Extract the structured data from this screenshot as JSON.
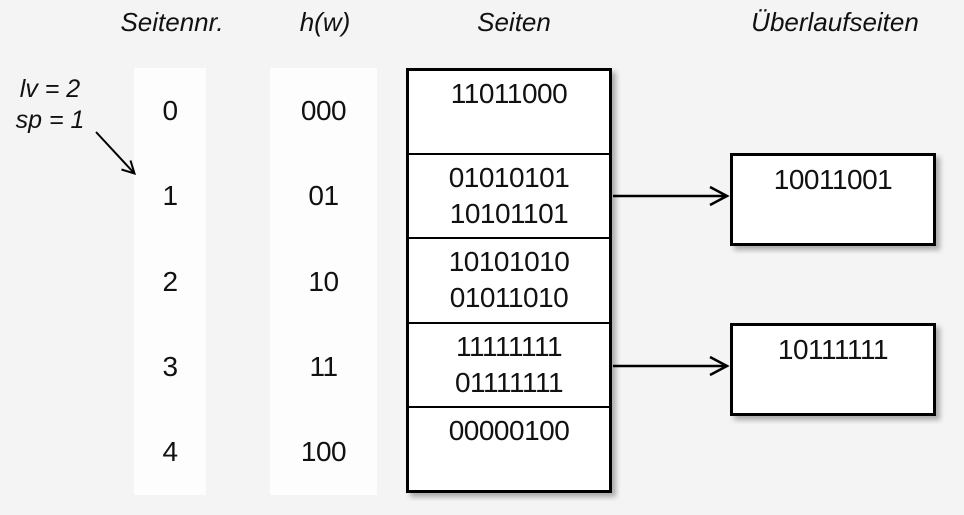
{
  "diagram": {
    "title_semantics": "linear hashing page table",
    "colors": {
      "background": "#f4f4f4",
      "box_fill": "#ffffff",
      "line": "#000000"
    }
  },
  "headers": {
    "col1": "Seitennr.",
    "col2": "h(w)",
    "col3": "Seiten",
    "col4": "Überlaufseiten"
  },
  "annotation": {
    "line1": "lv = 2",
    "line2": "sp = 1"
  },
  "table": {
    "rows": [
      {
        "nr": "0",
        "h": "000",
        "entries": [
          "11011000"
        ]
      },
      {
        "nr": "1",
        "h": "01",
        "entries": [
          "01010101",
          "10101101"
        ],
        "overflow": "10011001"
      },
      {
        "nr": "2",
        "h": "10",
        "entries": [
          "10101010",
          "01011010"
        ]
      },
      {
        "nr": "3",
        "h": "11",
        "entries": [
          "11111111",
          "01111111"
        ],
        "overflow": "10111111"
      },
      {
        "nr": "4",
        "h": "100",
        "entries": [
          "00000100"
        ]
      }
    ]
  }
}
